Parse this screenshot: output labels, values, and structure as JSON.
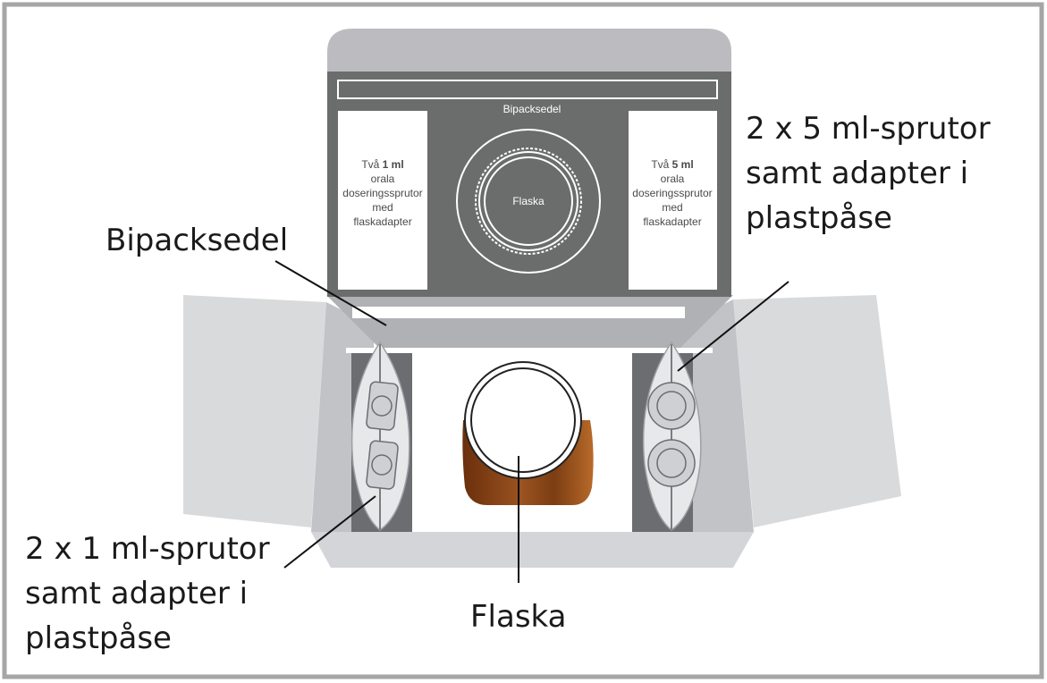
{
  "lid": {
    "title": "Bipacksedel",
    "left_panel": {
      "line1_pre": "Två ",
      "line1_bold": "1 ml",
      "line2": "orala",
      "line3": "doseringssprutor",
      "line4": "med",
      "line5": "flaskadapter"
    },
    "right_panel": {
      "line1_pre": "Två ",
      "line1_bold": "5 ml",
      "line2": "orala",
      "line3": "doseringssprutor",
      "line4": "med",
      "line5": "flaskadapter"
    },
    "bottle_label": "Flaska"
  },
  "callouts": {
    "leaflet": "Bipacksedel",
    "syringes_5ml": {
      "line1": "2 x 5 ml-sprutor",
      "line2": "samt adapter i",
      "line3": "plastpåse"
    },
    "syringes_1ml": {
      "line1": "2 x 1 ml-sprutor",
      "line2": "samt adapter i",
      "line3": "plastpåse"
    },
    "bottle": "Flaska"
  },
  "colors": {
    "frame": "#a6a6a6",
    "lid_dark": "#6b6d6c",
    "lid_top": "#bcbcc0",
    "flap": "#d9dadc",
    "bottle_amber": "#9a4f1c"
  }
}
